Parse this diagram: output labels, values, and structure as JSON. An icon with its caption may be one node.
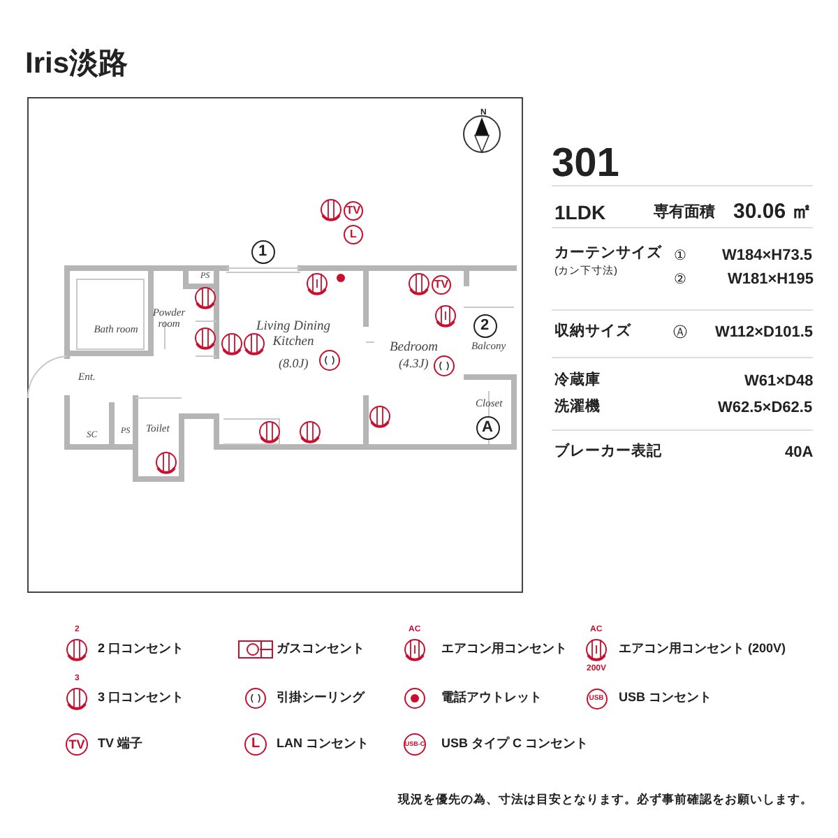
{
  "diagram": {
    "title": "Iris淡路",
    "caption": "現況を優先の為、寸法は目安となります。必ず事前確認をお願いします。",
    "labels": [
      "301",
      "1LDK",
      "専有面積",
      "30.06 ㎡",
      "カーテンサイズ",
      "(カン下寸法)",
      "①",
      "W184×H73.5",
      "②",
      "W181×H195",
      "収納サイズ",
      "Ⓐ",
      "W112×D101.5",
      "冷蔵庫",
      "W61×D48",
      "洗濯機",
      "W62.5×D62.5",
      "ブレーカー表記",
      "40A",
      "N",
      "1",
      "TV",
      "L",
      "PS",
      "Bath room",
      "Powder room",
      "Living Dining Kitchen",
      "(8.0J)",
      "TV",
      "Bedroom",
      "(4.3J)",
      "2",
      "Balcony",
      "Ent.",
      "Closet",
      "A",
      "SC",
      "PS",
      "Toilet",
      "2",
      "AC",
      "AC",
      "200V",
      "3",
      "USB",
      "TV",
      "L",
      "USB-C"
    ],
    "legend": [
      {
        "text": "2 口コンセント"
      },
      {
        "text": "ガスコンセント"
      },
      {
        "text": "エアコン用コンセント"
      },
      {
        "text": "エアコン用コンセント (200V)"
      },
      {
        "text": "3 口コンセント"
      },
      {
        "text": "引掛シーリング"
      },
      {
        "text": "電話アウトレット"
      },
      {
        "text": "USB コンセント"
      },
      {
        "text": "TV 端子"
      },
      {
        "text": "LAN コンセント"
      },
      {
        "text": "USB タイプ C コンセント"
      }
    ]
  }
}
